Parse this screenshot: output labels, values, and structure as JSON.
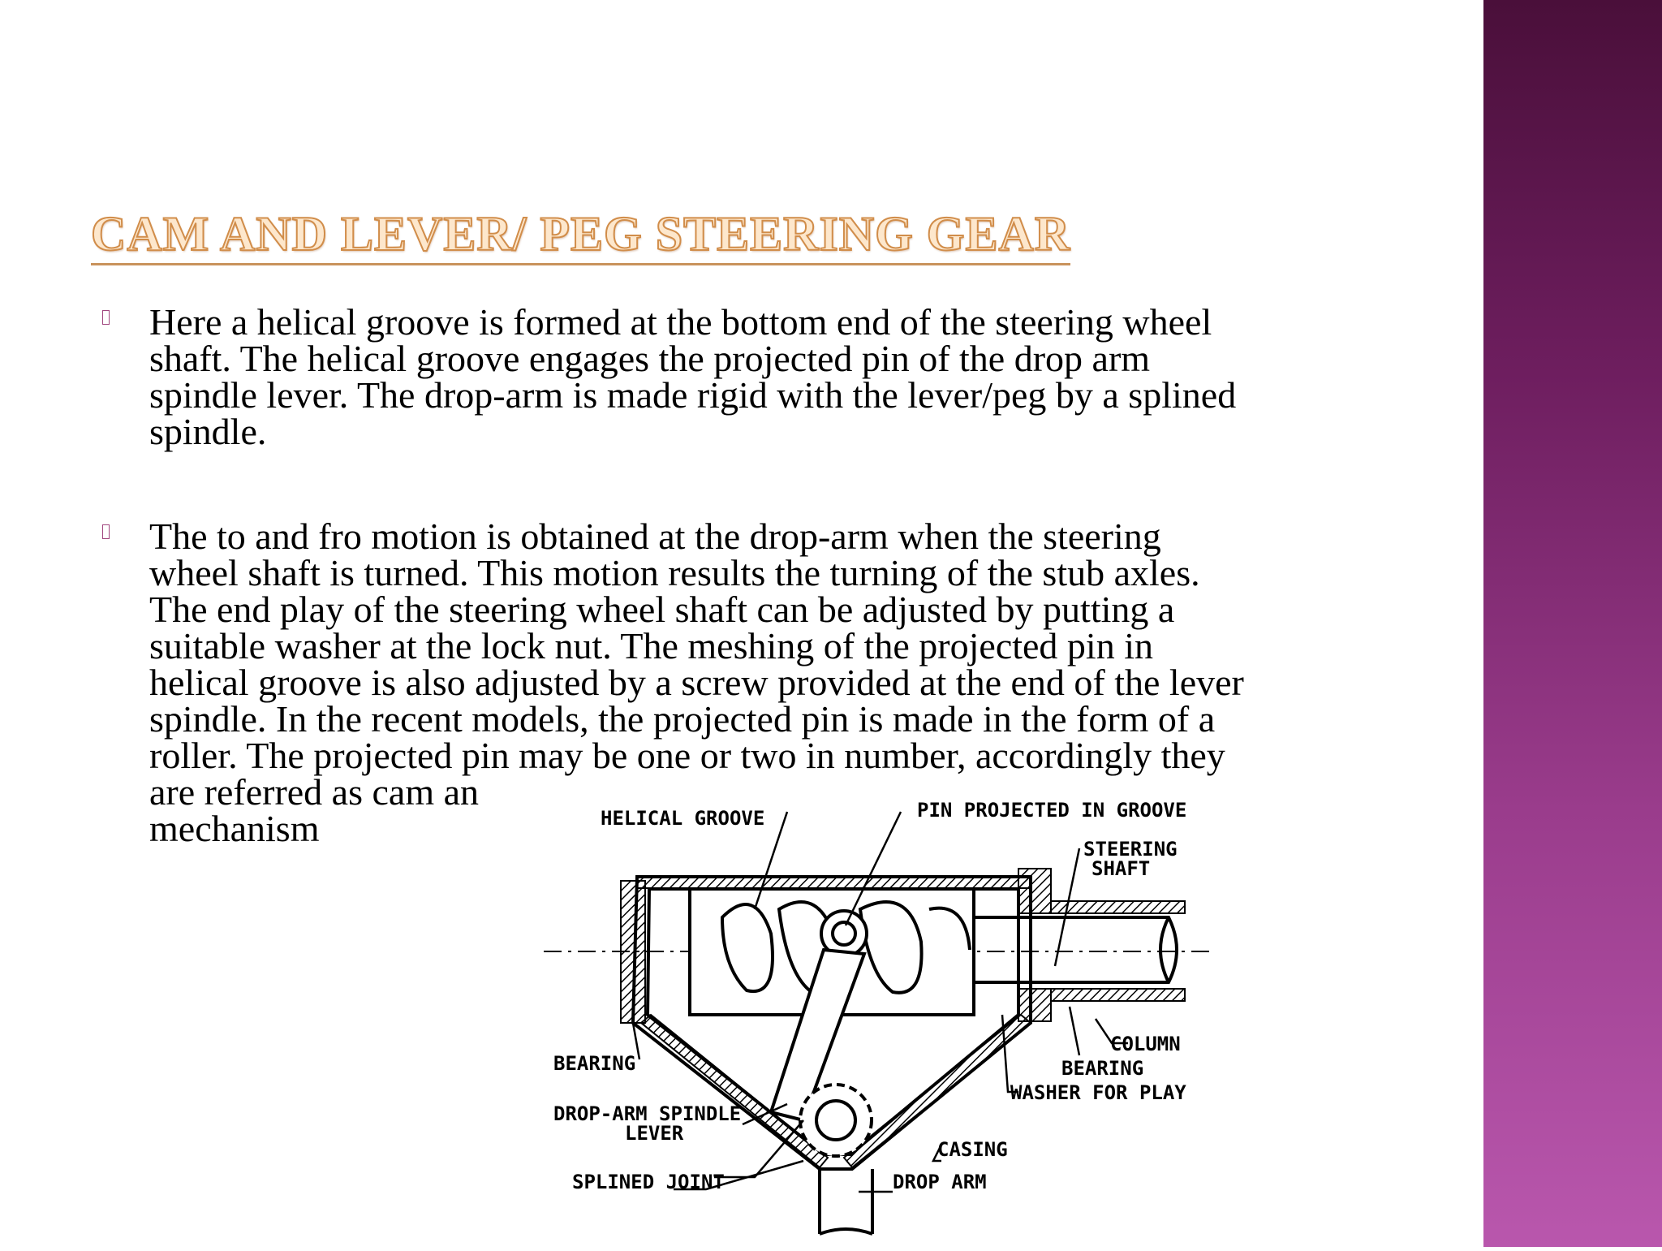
{
  "slide": {
    "title": "CAM AND LEVER/ PEG STEERING GEAR",
    "bullets": [
      "Here a helical groove is formed at the bottom end of the steering wheel\nshaft. The helical groove engages the projected pin of the drop arm\nspindle lever. The drop-arm is made rigid with the lever/peg by a splined\nspindle.",
      "The to and fro motion is obtained at the drop-arm when the steering\nwheel shaft is turned. This motion results the turning of the stub axles.\nThe end play of the steering wheel shaft can be adjusted by putting a\nsuitable washer at the lock nut. The meshing of the projected pin in\nhelical groove is also adjusted by a screw provided at the end of the lever\nspindle. In the recent models, the projected pin is made in the form of a\nroller. The projected pin may be one or two in number, accordingly they\nare referred as cam an\nmechanism"
    ]
  },
  "diagram": {
    "labels": {
      "helical_groove": "HELICAL GROOVE",
      "pin_projected": "PIN PROJECTED IN GROOVE",
      "steering_shaft_1": "STEERING",
      "steering_shaft_2": "SHAFT",
      "column": "COLUMN",
      "bearing_right": "BEARING",
      "washer": "WASHER FOR PLAY",
      "bearing_left": "BEARING",
      "drop_arm_spindle_1": "DROP-ARM SPINDLE",
      "drop_arm_spindle_2": "LEVER",
      "casing": "CASING",
      "splined_joint": "SPLINED JOINT",
      "drop_arm": "DROP ARM"
    }
  },
  "colors": {
    "side_bar_top": "#4a0f3a",
    "side_bar_bottom": "#b957ad",
    "title_fill": "#fde7cc",
    "title_outline": "#d18d4a"
  }
}
